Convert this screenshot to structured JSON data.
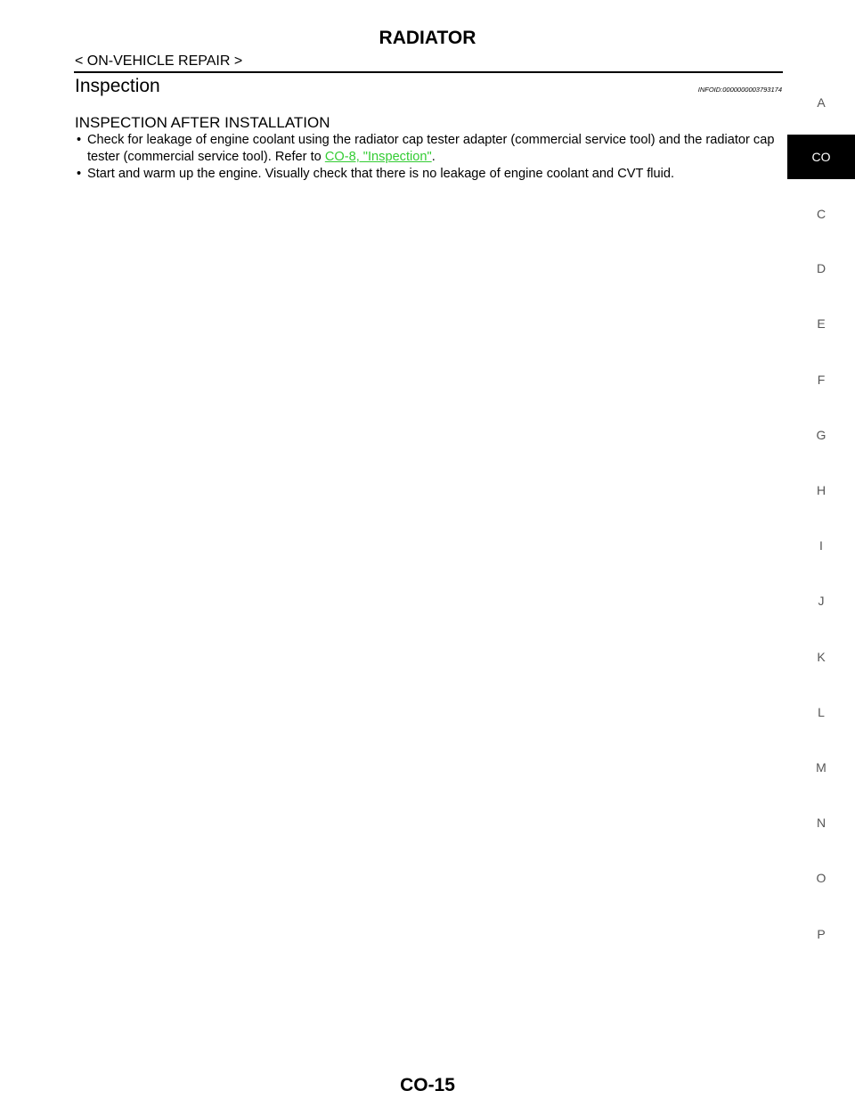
{
  "header": {
    "title": "RADIATOR",
    "subtitle": "< ON-VEHICLE REPAIR >"
  },
  "section": {
    "title": "Inspection",
    "infoid": "INFOID:0000000003793174",
    "subsection_title": "INSPECTION AFTER INSTALLATION",
    "bullets": [
      {
        "text_before": "Check for leakage of engine coolant using the radiator cap tester adapter (commercial service tool) and the radiator cap tester (commercial service tool). Refer to ",
        "link": "CO-8, \"Inspection\"",
        "text_after": "."
      },
      {
        "text": "Start and warm up the engine. Visually check that there is no leakage of engine coolant and CVT fluid."
      }
    ]
  },
  "side_tabs": [
    "A",
    "CO",
    "C",
    "D",
    "E",
    "F",
    "G",
    "H",
    "I",
    "J",
    "K",
    "L",
    "M",
    "N",
    "O",
    "P"
  ],
  "active_tab": "CO",
  "footer": {
    "page_number": "CO-15"
  },
  "colors": {
    "link": "#33cc33",
    "active_tab_bg": "#000000",
    "tab_text": "#555555"
  }
}
